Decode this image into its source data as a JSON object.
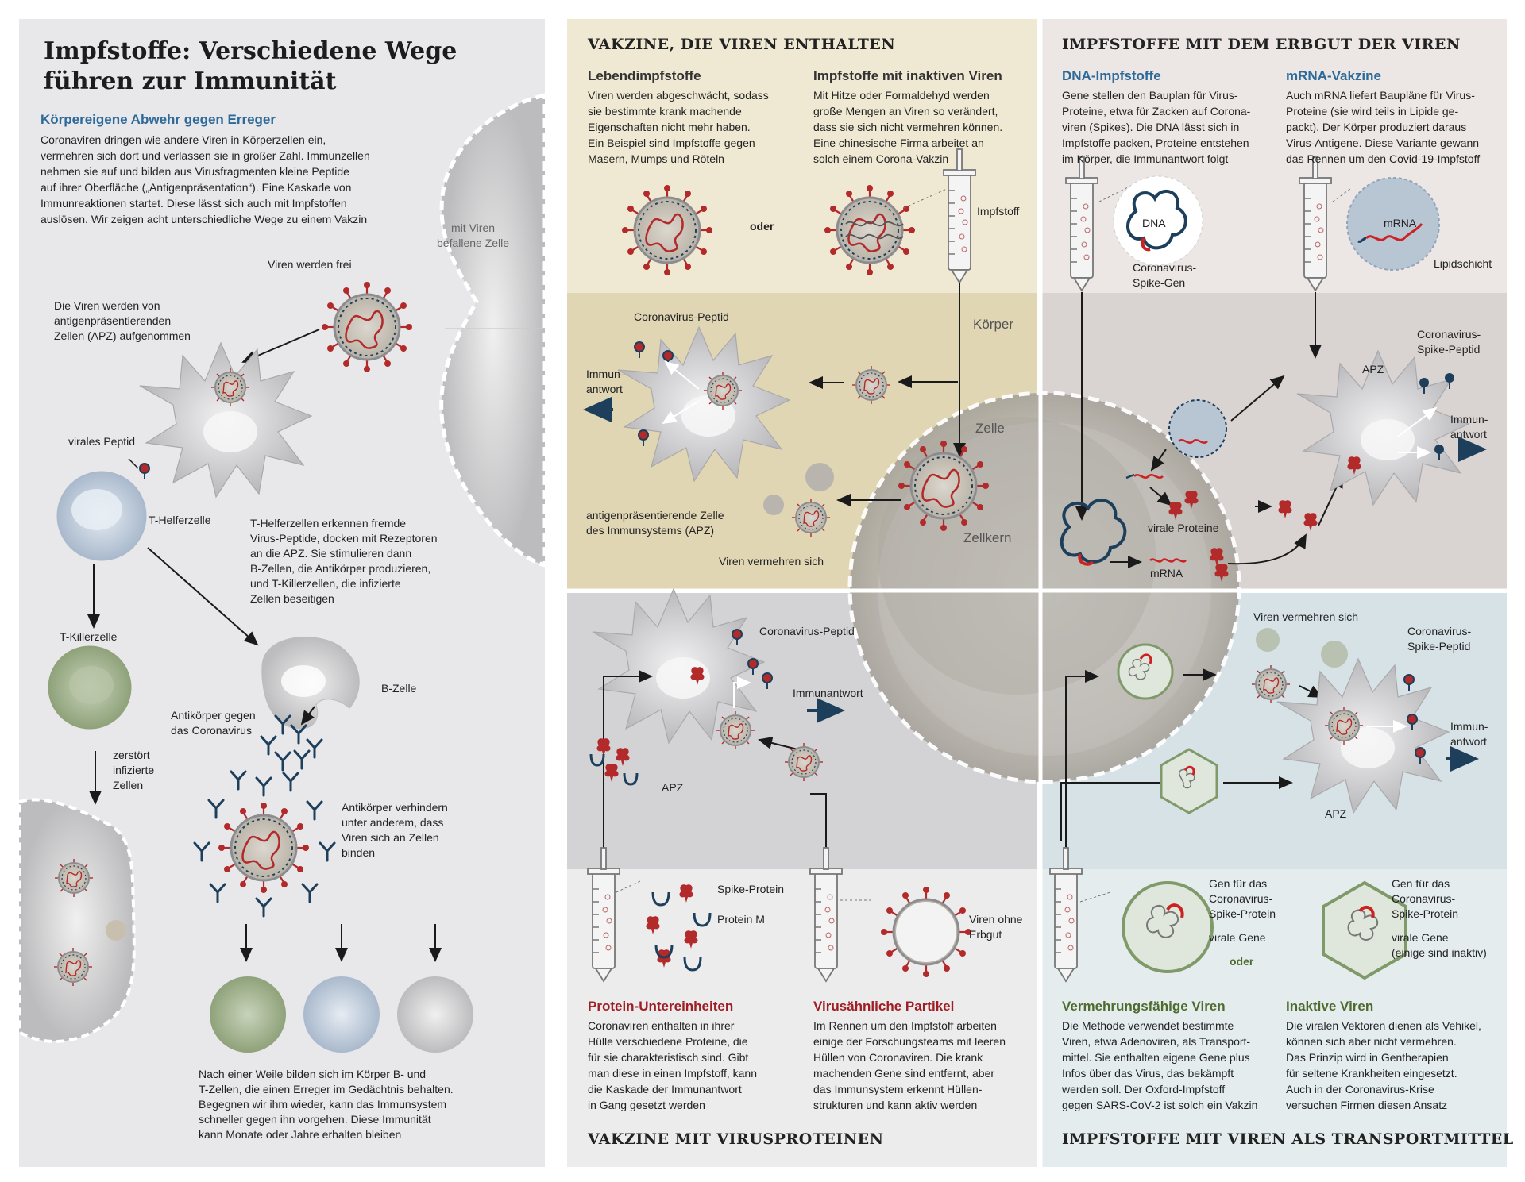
{
  "title_line1": "Impfstoffe: Verschiedene Wege",
  "title_line2": "führen zur Immunität",
  "left": {
    "subtitle": "Körpereigene Abwehr gegen Erreger",
    "intro": [
      "Coronaviren dringen wie andere Viren in Körperzellen ein,",
      "vermehren sich dort und verlassen sie in großer Zahl. Immunzellen",
      "nehmen sie auf und bilden aus Virusfragmenten kleine Peptide",
      "auf ihrer Oberfläche („Antigenpräsentation“). Eine Kaskade von",
      "Immunreaktionen startet. Diese lässt sich auch mit Impfstoffen",
      "auslösen. Wir zeigen acht unterschiedliche Wege zu einem Vakzin"
    ],
    "infected_cell": [
      "mit Viren",
      "befallene Zelle"
    ],
    "viruses_released": "Viren werden frei",
    "apz_uptake": [
      "Die Viren werden von",
      "antigenpräsentierenden",
      "Zellen (APZ) aufgenommen"
    ],
    "viral_peptide": "virales Peptid",
    "t_helper": "T-Helferzelle",
    "t_helper_text": [
      "T-Helferzellen erkennen fremde",
      "Virus-Peptide, docken mit Rezeptoren",
      "an die APZ. Sie stimulieren dann",
      "B-Zellen, die Antikörper produzieren,",
      "und T-Killerzellen, die infizierte",
      "Zellen beseitigen"
    ],
    "t_killer": "T-Killerzelle",
    "b_cell": "B-Zelle",
    "antibodies": [
      "Antikörper gegen",
      "das Coronavirus"
    ],
    "destroys": [
      "zerstört",
      "infizierte",
      "Zellen"
    ],
    "antibody_block": [
      "Antikörper verhindern",
      "unter anderem, dass",
      "Viren sich an Zellen",
      "binden"
    ],
    "memory_text": [
      "Nach einer Weile bilden sich im Körper B- und",
      "T-Zellen, die einen Erreger im Gedächtnis behalten.",
      "Begegnen wir ihm wieder, kann das Immunsystem",
      "schneller gegen ihn vorgehen. Diese Immunität",
      "kann Monate oder Jahre erhalten bleiben"
    ]
  },
  "section_virus": {
    "heading": "VAKZINE, DIE VIREN ENTHALTEN",
    "live_title": "Lebendimpfstoffe",
    "live_text": [
      "Viren werden abgeschwächt, sodass",
      "sie bestimmte krank machende",
      "Eigenschaften nicht mehr haben.",
      "Ein Beispiel sind Impfstoffe gegen",
      "Masern, Mumps und Röteln"
    ],
    "inactive_title": "Impfstoffe mit inaktiven Viren",
    "inactive_text": [
      "Mit Hitze oder Formaldehyd werden",
      "große Mengen an Viren so verändert,",
      "dass sie sich nicht vermehren können.",
      "Eine chinesische Firma arbeitet an",
      "solch einem Corona-Vakzin"
    ],
    "or": "oder",
    "vaccine": "Impfstoff",
    "body": "Körper",
    "coronavirus_peptide": "Coronavirus-Peptid",
    "immune_response": [
      "Immun-",
      "antwort"
    ],
    "apz_label": [
      "antigenpräsentierende Zelle",
      "des Immunsystems (APZ)"
    ],
    "viruses_multiply": "Viren vermehren sich",
    "cell": "Zelle",
    "nucleus": "Zellkern"
  },
  "section_genome": {
    "heading": "IMPFSTOFFE MIT DEM ERBGUT DER VIREN",
    "dna_title": "DNA-Impfstoffe",
    "dna_text": [
      "Gene stellen den Bauplan für Virus-",
      "Proteine, etwa für Zacken auf Corona-",
      "viren (Spikes). Die DNA lässt sich in",
      "Impfstoffe packen, Proteine entstehen",
      "im Körper, die Immunantwort folgt"
    ],
    "mrna_title": "mRNA-Vakzine",
    "mrna_text": [
      "Auch mRNA liefert Baupläne für Virus-",
      "Proteine (sie wird teils in Lipide ge-",
      "packt). Der Körper produziert daraus",
      "Virus-Antigene. Diese Variante gewann",
      "das Rennen um den Covid-19-Impfstoff"
    ],
    "dna": "DNA",
    "spike_gene": [
      "Coronavirus-",
      "Spike-Gen"
    ],
    "mrna": "mRNA",
    "lipid_layer": "Lipidschicht",
    "apz": "APZ",
    "spike_peptide": [
      "Coronavirus-",
      "Spike-Peptid"
    ],
    "immune_response": [
      "Immun-",
      "antwort"
    ],
    "viral_proteins": "virale Proteine",
    "mrna_label": "mRNA"
  },
  "section_protein": {
    "heading": "VAKZINE MIT VIRUSPROTEINEN",
    "coronavirus_peptide": "Coronavirus-Peptid",
    "immune_response": "Immunantwort",
    "apz": "APZ",
    "spike_protein": "Spike-Protein",
    "protein_m": "Protein M",
    "empty_virus": [
      "Viren ohne",
      "Erbgut"
    ],
    "subunit_title": "Protein-Untereinheiten",
    "subunit_text": [
      "Coronaviren enthalten in ihrer",
      "Hülle verschiedene Proteine, die",
      "für sie charakteristisch sind. Gibt",
      "man diese in einen Impfstoff, kann",
      "die Kaskade der Immunantwort",
      "in Gang gesetzt werden"
    ],
    "vlp_title": "Virusähnliche Partikel",
    "vlp_text": [
      "Im Rennen um den Impfstoff arbeiten",
      "einige der Forschungsteams mit leeren",
      "Hüllen von Coronaviren. Die krank",
      "machenden Gene sind entfernt, aber",
      "das Immunsystem erkennt Hüllen-",
      "strukturen und kann aktiv werden"
    ]
  },
  "section_vector": {
    "heading": "IMPFSTOFFE MIT VIREN ALS TRANSPORTMITTEL",
    "viruses_multiply": "Viren vermehren sich",
    "spike_peptide": [
      "Coronavirus-",
      "Spike-Peptid"
    ],
    "immune_response": [
      "Immun-",
      "antwort"
    ],
    "apz": "APZ",
    "gene_a": [
      "Gen für das",
      "Coronavirus-",
      "Spike-Protein"
    ],
    "viral_genes": "virale Gene",
    "or": "oder",
    "gene_b": [
      "Gen für das",
      "Coronavirus-",
      "Spike-Protein"
    ],
    "viral_genes_b": [
      "virale Gene",
      "(einige sind inaktiv)"
    ],
    "replicating_title": "Vermehrungsfähige Viren",
    "replicating_text": [
      "Die Methode verwendet bestimmte",
      "Viren, etwa Adenoviren, als Transport-",
      "mittel. Sie enthalten eigene Gene plus",
      "Infos über das Virus, das bekämpft",
      "werden soll. Der Oxford-Impfstoff",
      "gegen SARS-CoV-2 ist solch ein Vakzin"
    ],
    "inactive_title": "Inaktive Viren",
    "inactive_text": [
      "Die viralen Vektoren dienen als Vehikel,",
      "können sich aber nicht vermehren.",
      "Das Prinzip wird in Gentherapien",
      "für seltene Krankheiten eingesetzt.",
      "Auch in der Coronavirus-Krise",
      "versuchen Firmen diesen Ansatz"
    ]
  },
  "colors": {
    "left_bg": "#e8e8ea",
    "virus_top": "#efe8d2",
    "virus_body": "#e0d6b4",
    "genome_top": "#ece7e5",
    "genome_body": "#d9d3d2",
    "protein_body": "#d3d3d5",
    "protein_bottom": "#ececed",
    "vector_body": "#d6e2e6",
    "vector_bottom": "#e4eced",
    "virus_red": "#b22a2a",
    "dark_blue": "#1e3f5c",
    "green_cell": "#9aac86"
  }
}
